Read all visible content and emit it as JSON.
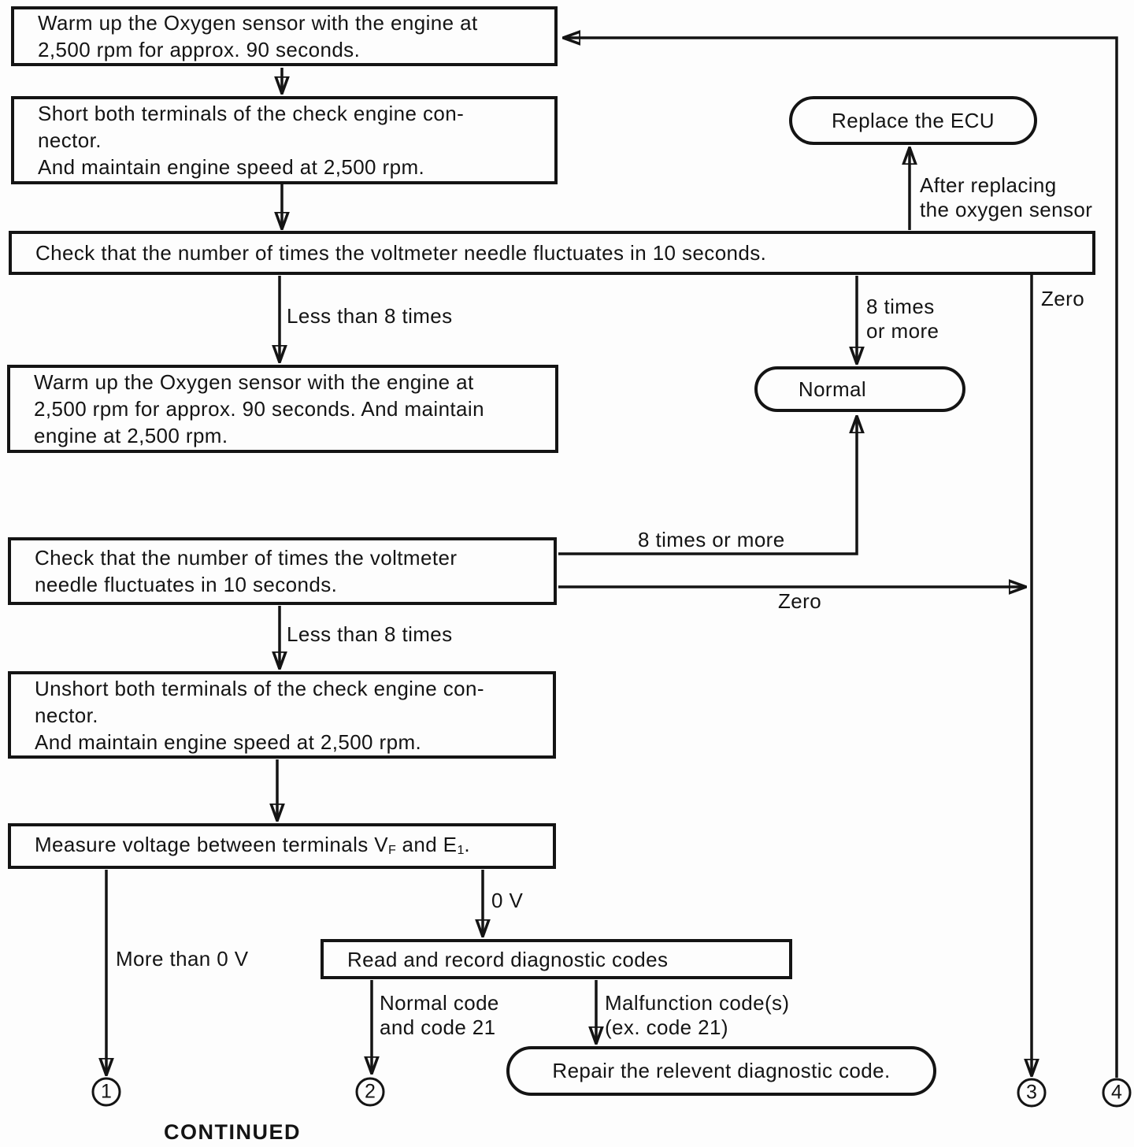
{
  "boxes": {
    "warmup1": {
      "lines": [
        "Warm up the Oxygen sensor with the engine at",
        "2,500 rpm for approx. 90 seconds."
      ]
    },
    "short_terminals": {
      "lines": [
        "Short both terminals of the check engine con-",
        "nector.",
        "And maintain engine speed at 2,500 rpm."
      ]
    },
    "check1": {
      "lines": [
        "Check that the number of times the voltmeter needle fluctuates in 10 seconds."
      ]
    },
    "warmup2": {
      "lines": [
        "Warm up the Oxygen sensor with the engine at",
        "2,500 rpm for approx. 90 seconds. And maintain",
        "engine at 2,500 rpm."
      ]
    },
    "check2": {
      "lines": [
        "Check that the number of times the voltmeter",
        "needle fluctuates in 10 seconds."
      ]
    },
    "unshort_terminals": {
      "lines": [
        "Unshort both terminals of the check engine con-",
        "nector.",
        "And maintain engine speed at 2,500 rpm."
      ]
    },
    "measure": {
      "prefix": "Measure voltage between terminals V",
      "sub1": "F",
      "mid": " and E",
      "sub2": "1",
      "suffix": "."
    },
    "read_codes": {
      "label": "Read and record diagnostic codes"
    }
  },
  "terminals": {
    "replace_ecu": "Replace the ECU",
    "normal": "Normal",
    "repair": "Repair the relevent diagnostic code."
  },
  "edge_labels": {
    "after_replacing": [
      "After replacing",
      "the oxygen sensor"
    ],
    "less_than_8_first": "Less than 8 times",
    "eight_or_more_first": [
      "8 times",
      "or more"
    ],
    "zero_first": "Zero",
    "eight_or_more_second": "8 times or more",
    "zero_second": "Zero",
    "less_than_8_second": "Less than 8 times",
    "more_than_0v": "More than 0 V",
    "zero_volts": "0 V",
    "normal_code": [
      "Normal code",
      "and code 21"
    ],
    "malfunction_code": [
      "Malfunction code(s)",
      "(ex. code 21)"
    ]
  },
  "connectors": {
    "c1": "1",
    "c2": "2",
    "c3": "3",
    "c4": "4"
  },
  "footer": {
    "continued": "CONTINUED"
  },
  "colors": {
    "ink": "#141414",
    "paper": "#fdfdfd"
  }
}
